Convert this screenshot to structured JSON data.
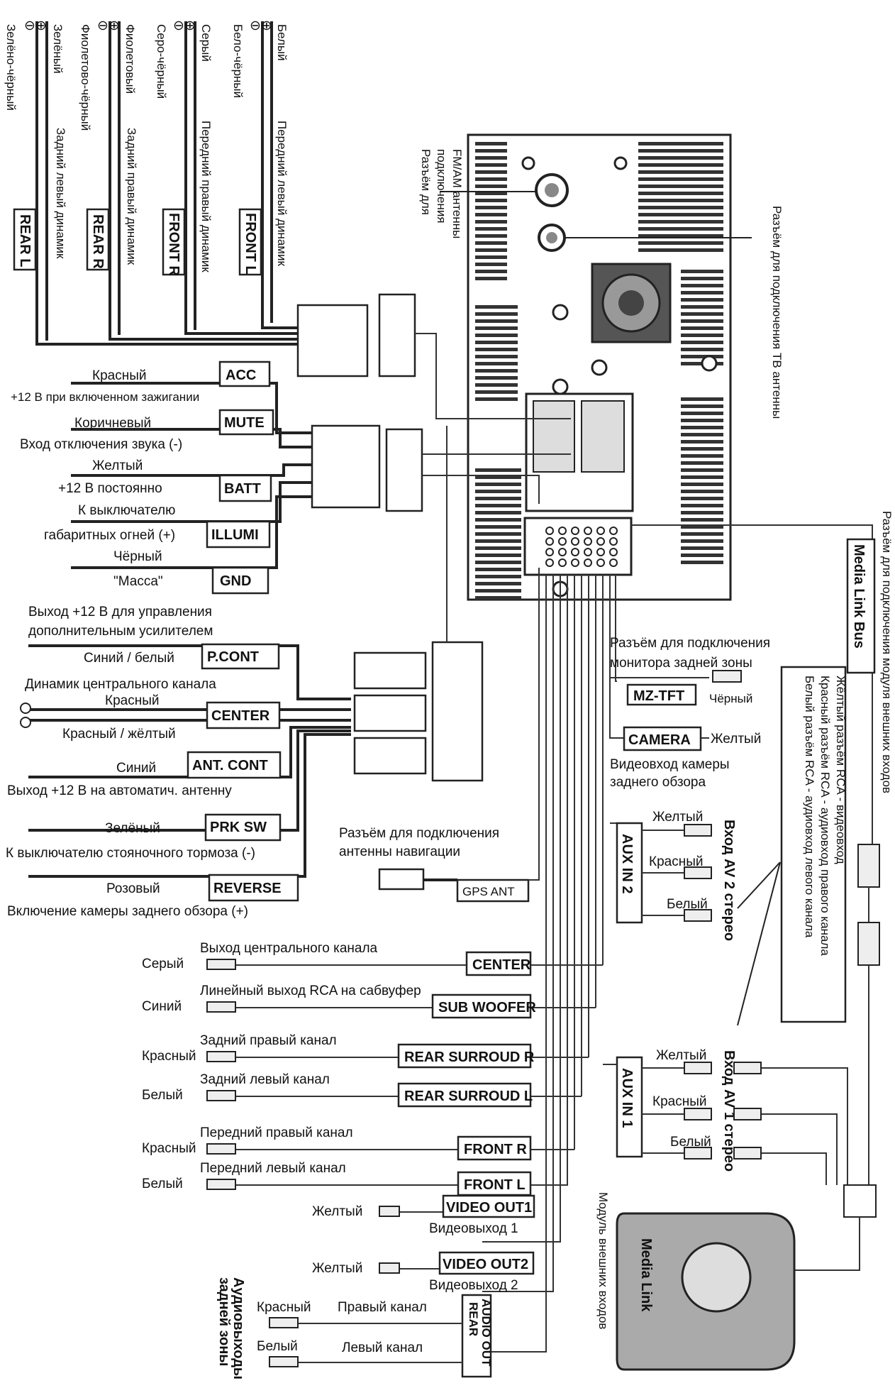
{
  "speakers": [
    {
      "tag": "REAR L",
      "wire_plus": "Зелёный",
      "wire_minus": "Зелёно-чёрный",
      "desc": "Задний левый динамик"
    },
    {
      "tag": "REAR R",
      "wire_plus": "Фиолетовый",
      "wire_minus": "Фиолетово-чёрный",
      "desc": "Задний правый динамик"
    },
    {
      "tag": "FRONT R",
      "wire_plus": "Серый",
      "wire_minus": "Серо-чёрный",
      "desc": "Передний правый динамик"
    },
    {
      "tag": "FRONT L",
      "wire_plus": "Белый",
      "wire_minus": "Бело-чёрный",
      "desc": "Передний левый динамик"
    }
  ],
  "polarity": "⊖⊕",
  "antennas": {
    "fm": "Разъём для подключения FM/AM антенны",
    "tv": "Разъём для подключения ТВ антенны",
    "media_bus": "Разъём для подключения модуля внешних входов"
  },
  "power": [
    {
      "tag": "ACC",
      "color": "Красный",
      "desc": "+12 В при включенном зажигании"
    },
    {
      "tag": "MUTE",
      "color": "Коричневый",
      "desc": "Вход отключения звука (-)"
    },
    {
      "tag": "BATT",
      "color": "Желтый",
      "desc": "+12 В постоянно"
    },
    {
      "tag": "ILLUMI",
      "color": "К выключателю",
      "desc": "габаритных огней (+)"
    },
    {
      "tag": "GND",
      "color": "Чёрный",
      "desc": "\"Масса\""
    }
  ],
  "control": [
    {
      "tag": "P.CONT",
      "color": "Синий / белый",
      "desc1": "Выход +12 В для управления",
      "desc2": "дополнительным усилителем"
    },
    {
      "tag": "CENTER",
      "top": "Динамик центрального канала",
      "plus": "Красный",
      "minus": "Красный / жёлтый"
    },
    {
      "tag": "ANT. CONT",
      "color": "Синий",
      "desc": "Выход +12 В на автоматич. антенну"
    },
    {
      "tag": "PRK SW",
      "color": "Зелёный",
      "desc": "К выключателю стояночного тормоза (-)"
    },
    {
      "tag": "REVERSE",
      "color": "Розовый",
      "desc": "Включение камеры заднего обзора (+)"
    }
  ],
  "gps": {
    "tag": "GPS ANT",
    "desc1": "Разъём для подключения",
    "desc2": "антенны навигации"
  },
  "mztft": {
    "tag": "MZ-TFT",
    "color": "Чёрный",
    "desc1": "Разъём для подключения",
    "desc2": "монитора задней зоны"
  },
  "camera": {
    "tag": "CAMERA",
    "color": "Желтый",
    "desc1": "Видеовход камеры",
    "desc2": "заднего обзора"
  },
  "media_link_bus": "Media Link Bus",
  "aux2": {
    "tag": "AUX IN 2",
    "side": "Вход AV 2 стерео",
    "c1": "Желтый",
    "c2": "Красный",
    "c3": "Белый"
  },
  "aux1": {
    "tag": "AUX IN 1",
    "side": "Вход AV 1 стерео",
    "c1": "Желтый",
    "c2": "Красный",
    "c3": "Белый"
  },
  "rca_note": [
    "Жёлтый разъём RCA  - видеовход",
    "Красный разъём RCA - аудиовход правого канала",
    "Белый разъём RCA   - аудиовход левого канала"
  ],
  "outputs": [
    {
      "tag": "CENTER",
      "color": "Серый",
      "desc": "Выход центрального канала"
    },
    {
      "tag": "SUB WOOFER",
      "color": "Синий",
      "desc": "Линейный выход RCA на сабвуфер"
    },
    {
      "tag": "REAR SURROUD R",
      "color": "Красный",
      "desc": "Задний правый канал"
    },
    {
      "tag": "REAR SURROUD L",
      "color": "Белый",
      "desc": "Задний левый канал"
    },
    {
      "tag": "FRONT R",
      "color": "Красный",
      "desc": "Передний правый канал"
    },
    {
      "tag": "FRONT L",
      "color": "Белый",
      "desc": "Передний левый канал"
    }
  ],
  "video": [
    {
      "tag": "VIDEO OUT1",
      "color": "Желтый",
      "desc": "Видеовыход 1"
    },
    {
      "tag": "VIDEO OUT2",
      "color": "Желтый",
      "desc": "Видеовыход 2"
    }
  ],
  "rear_audio": {
    "tag1": "REAR",
    "tag2": "AUDIO OUT",
    "r_color": "Красный",
    "r_desc": "Правый канал",
    "l_color": "Белый",
    "l_desc": "Левый канал",
    "side1": "Аудиовыходы",
    "side2": "задней зоны"
  },
  "media_link": {
    "title": "Media Link",
    "side": "Модуль внешних входов"
  }
}
